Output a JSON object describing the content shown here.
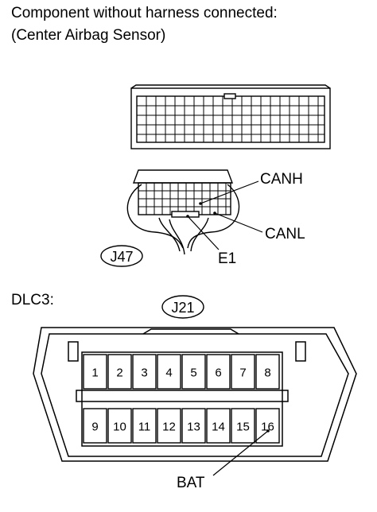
{
  "header": {
    "line1": "Component without harness connected:",
    "line2": "(Center Airbag Sensor)"
  },
  "sensor_connector": {
    "id": "J47",
    "pins": {
      "canh": "CANH",
      "canl": "CANL",
      "e1": "E1"
    }
  },
  "dlc": {
    "label": "DLC3:",
    "id": "J21",
    "pin_numbers_top": [
      "1",
      "2",
      "3",
      "4",
      "5",
      "6",
      "7",
      "8"
    ],
    "pin_numbers_bottom": [
      "9",
      "10",
      "11",
      "12",
      "13",
      "14",
      "15",
      "16"
    ],
    "callout": "BAT"
  }
}
